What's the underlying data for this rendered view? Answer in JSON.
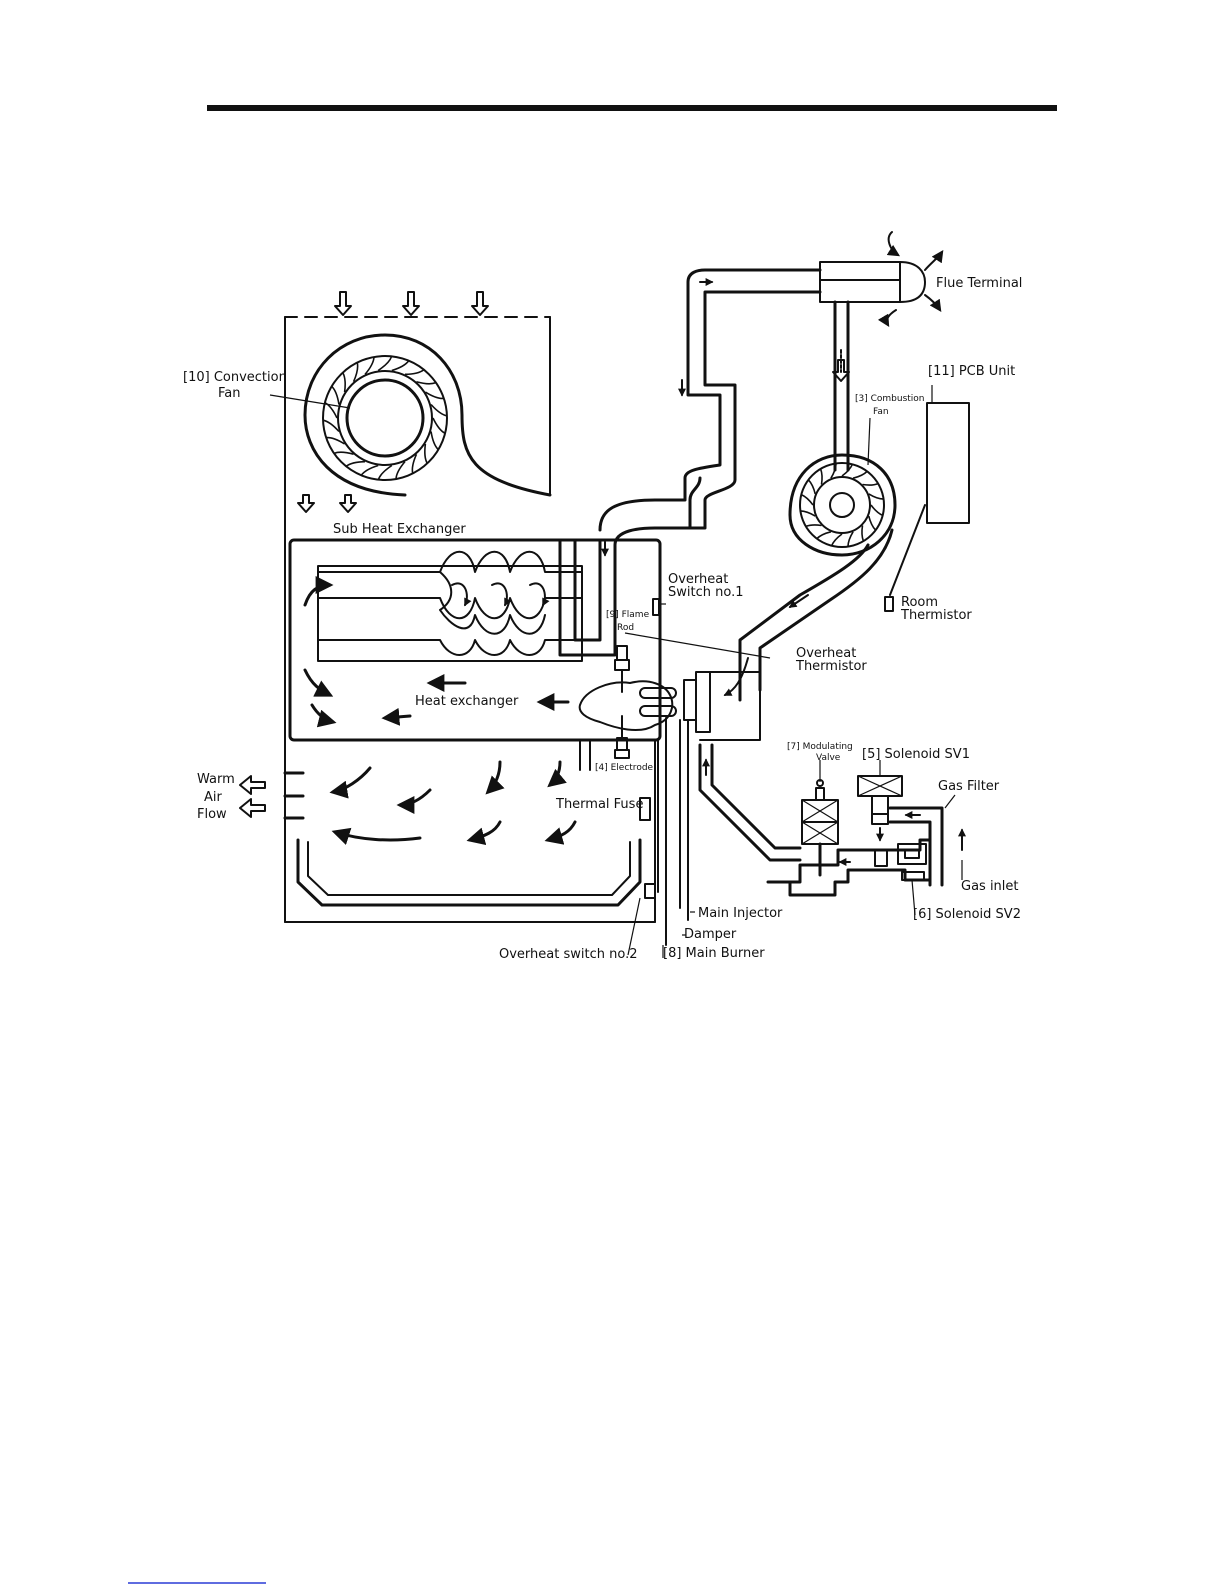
{
  "diagram": {
    "labels": {
      "flue_terminal": "Flue Terminal",
      "pcb_unit": "[11] PCB Unit",
      "convection_fan_1": "[10] Convection",
      "convection_fan_2": "Fan",
      "combustion_fan_1": "[3] Combustion",
      "combustion_fan_2": "Fan",
      "sub_heat_exchanger": "Sub Heat Exchanger",
      "overheat_switch_1a": "Overheat",
      "overheat_switch_1b": "Switch no.1",
      "room_thermistor_1": "Room",
      "room_thermistor_2": "Thermistor",
      "flame_rod_1": "[9] Flame",
      "flame_rod_2": "Rod",
      "overheat_thermistor_1": "Overheat",
      "overheat_thermistor_2": "Thermistor",
      "heat_exchanger": "Heat exchanger",
      "modulating_valve_1": "[7] Modulating",
      "modulating_valve_2": "Valve",
      "solenoid_sv1": "[5] Solenoid SV1",
      "electrode": "[4] Electrode",
      "gas_filter": "Gas Filter",
      "warm_1": "Warm",
      "warm_2": "Air",
      "warm_3": "Flow",
      "thermal_fuse": "Thermal Fuse",
      "gas_inlet": "Gas inlet",
      "main_injector": "Main Injector",
      "solenoid_sv2": "[6] Solenoid SV2",
      "damper": "Damper",
      "overheat_switch_2": "Overheat switch no.2",
      "main_burner": "[8] Main Burner"
    }
  }
}
